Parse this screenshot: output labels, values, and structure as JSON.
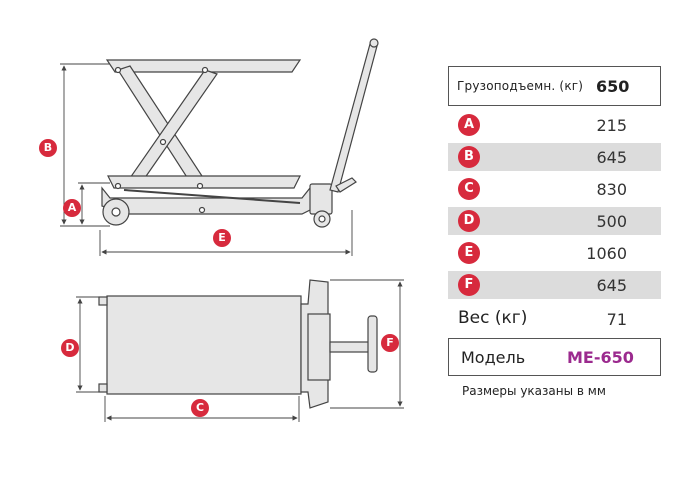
{
  "spec_table": {
    "capacity_label": "Грузоподъемн. (кг)",
    "capacity_value": "650",
    "rows": [
      {
        "letter": "A",
        "value": "215"
      },
      {
        "letter": "B",
        "value": "645"
      },
      {
        "letter": "C",
        "value": "830"
      },
      {
        "letter": "D",
        "value": "500"
      },
      {
        "letter": "E",
        "value": "1060"
      },
      {
        "letter": "F",
        "value": "645"
      }
    ],
    "weight_label": "Вес (кг)",
    "weight_value": "71",
    "model_label": "Модель",
    "model_value": "ME-650",
    "note": "Размеры указаны в мм"
  },
  "colors": {
    "badge": "#d72a3d",
    "model_accent": "#9b2a8e",
    "row_shade": "#dcdcdc",
    "part_fill": "#e6e6e6",
    "line": "#444444"
  },
  "drawing_labels": {
    "A": "A",
    "B": "B",
    "C": "C",
    "D": "D",
    "E": "E",
    "F": "F"
  }
}
